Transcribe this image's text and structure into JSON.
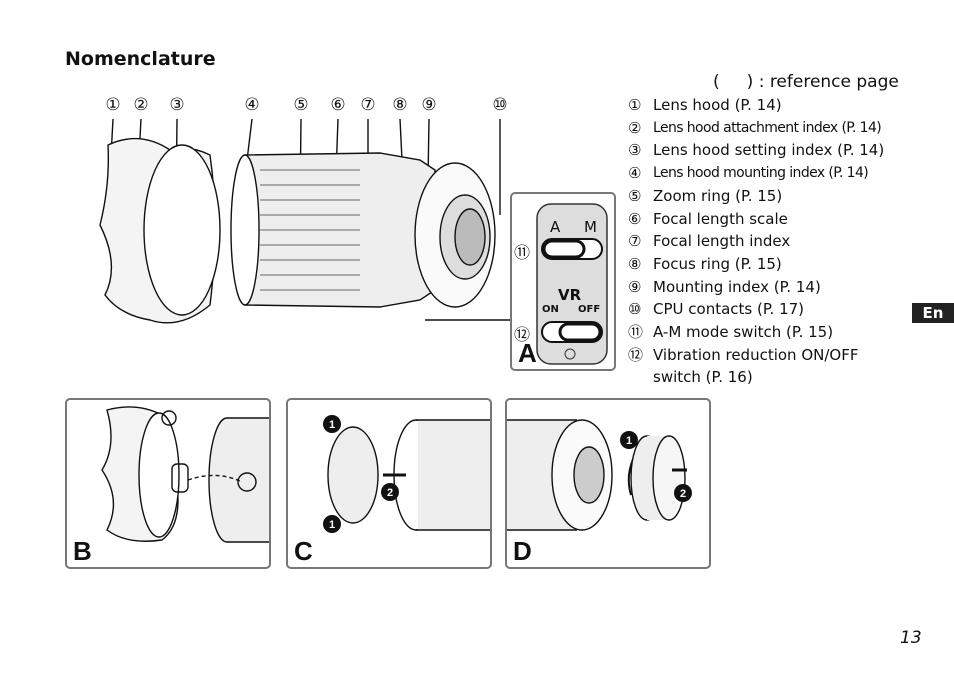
{
  "title": "Nomenclature",
  "reference_note": "(     ) : reference page",
  "callout_numbers": [
    "①",
    "②",
    "③",
    "④",
    "⑤",
    "⑥",
    "⑦",
    "⑧",
    "⑨",
    "⑩"
  ],
  "parts": [
    {
      "num": "①",
      "label": "Lens hood (P. 14)"
    },
    {
      "num": "②",
      "label": "Lens hood attachment index (P. 14)"
    },
    {
      "num": "③",
      "label": "Lens hood setting index (P. 14)"
    },
    {
      "num": "④",
      "label": "Lens hood mounting index (P. 14)"
    },
    {
      "num": "⑤",
      "label": "Zoom ring (P. 15)"
    },
    {
      "num": "⑥",
      "label": "Focal length scale"
    },
    {
      "num": "⑦",
      "label": "Focal length index"
    },
    {
      "num": "⑧",
      "label": "Focus ring (P. 15)"
    },
    {
      "num": "⑨",
      "label": "Mounting index (P. 14)"
    },
    {
      "num": "⑩",
      "label": "CPU contacts (P. 17)"
    },
    {
      "num": "⑪",
      "label": "A-M mode switch (P. 15)"
    },
    {
      "num": "⑫",
      "label": "Vibration reduction ON/OFF switch (P. 16)"
    }
  ],
  "panel_a": {
    "label": "A",
    "switch_a": "A",
    "switch_m": "M",
    "vr": "VR",
    "on": "ON",
    "off": "OFF",
    "callout_11": "⑪",
    "callout_12": "⑫"
  },
  "panels": [
    {
      "label": "B"
    },
    {
      "label": "C"
    },
    {
      "label": "D"
    }
  ],
  "step_markers": {
    "one": "1",
    "two": "2"
  },
  "language_tab": "En",
  "page_number": "13"
}
